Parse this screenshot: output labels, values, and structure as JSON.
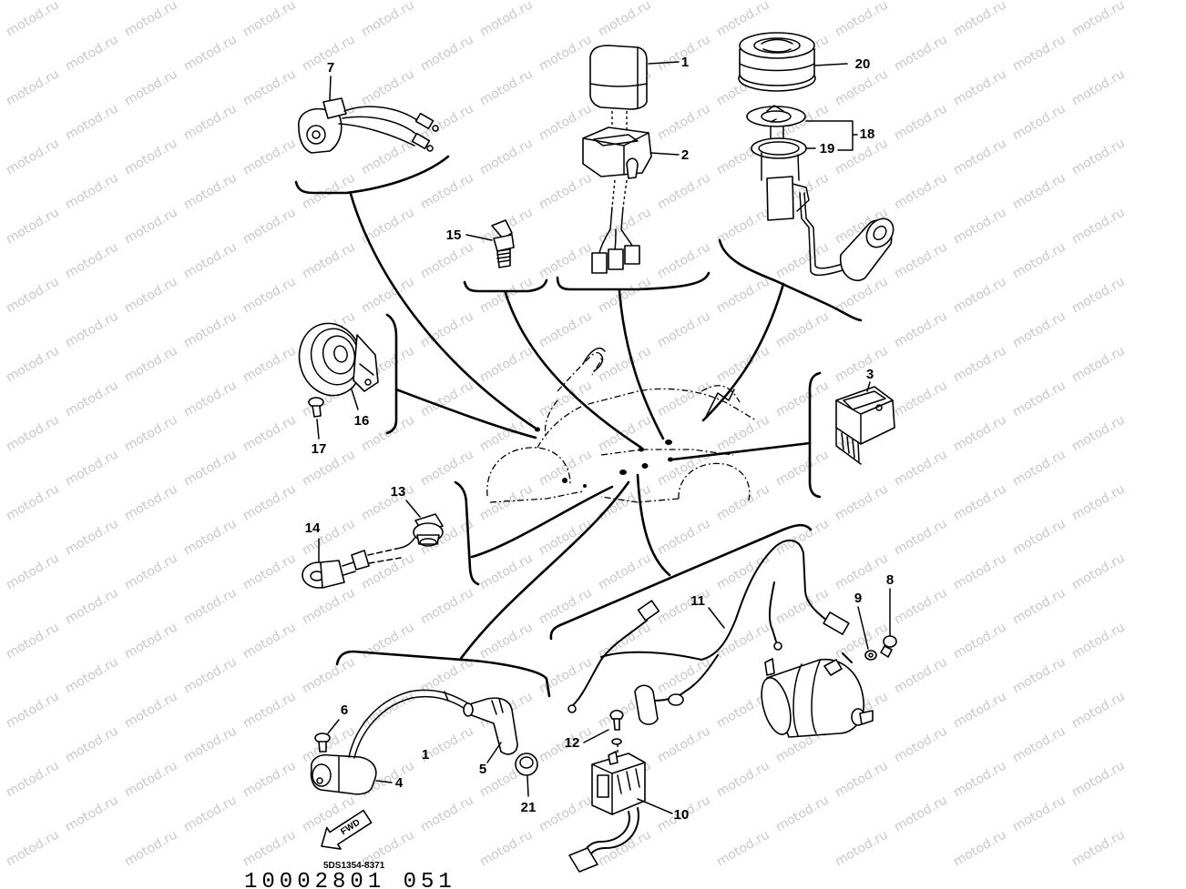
{
  "watermark": "motod.ru",
  "part_labels": {
    "p1": "1",
    "p1_lead": "1",
    "p2": "2",
    "p3": "3",
    "p4": "4",
    "p5": "5",
    "p6": "6",
    "p7": "7",
    "p8": "8",
    "p9": "9",
    "p10": "10",
    "p11": "11",
    "p12": "12",
    "p13": "13",
    "p14": "14",
    "p15": "15",
    "p16": "16",
    "p17": "17",
    "p18": "18",
    "p19": "19",
    "p20": "20",
    "p21": "21"
  },
  "fwd_arrow": "FWD",
  "drawing_code": "5DS1354-8371",
  "footer_code": "10002801 051",
  "colors": {
    "line": "#000000",
    "watermark": "#c8c8c8",
    "background": "#ffffff"
  }
}
